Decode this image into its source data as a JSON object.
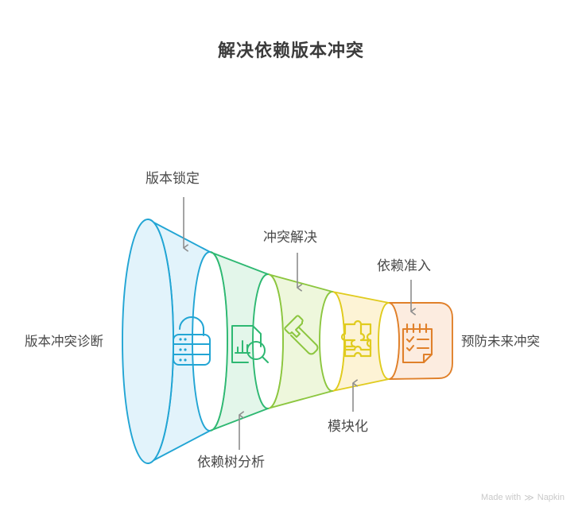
{
  "title": "解决依赖版本冲突",
  "watermark": {
    "prefix": "Made with",
    "logo_icon": "napkin-logo-icon",
    "brand": "Napkin"
  },
  "diagram": {
    "type": "funnel",
    "orientation": "horizontal-left-to-right",
    "entry_label": "版本冲突诊断",
    "exit_label": "预防未来冲突",
    "stages": [
      {
        "id": "version-lock",
        "label": "版本锁定",
        "icon": "padlock-icon",
        "label_position": "top",
        "stroke": "#22a5d4",
        "fill": "#e2f3fb"
      },
      {
        "id": "dependency-tree-analysis",
        "label": "依赖树分析",
        "icon": "document-chart-search-icon",
        "label_position": "bottom",
        "stroke": "#2eb872",
        "fill": "#e3f6ea"
      },
      {
        "id": "conflict-resolution",
        "label": "冲突解决",
        "icon": "hammer-icon",
        "label_position": "top",
        "stroke": "#8cc63f",
        "fill": "#eef7dc"
      },
      {
        "id": "modularization",
        "label": "模块化",
        "icon": "puzzle-icon",
        "label_position": "bottom",
        "stroke": "#e0cb1e",
        "fill": "#fdf3d5"
      },
      {
        "id": "dependency-admission",
        "label": "依赖准入",
        "icon": "checklist-note-icon",
        "label_position": "top",
        "stroke": "#e0802a",
        "fill": "#fcece0"
      }
    ]
  },
  "colors": {
    "title_text": "#3b3b3b",
    "label_text": "#4a4a4a",
    "connector": "#8e8e8e",
    "watermark": "#c9c9c9",
    "background": "#ffffff"
  }
}
